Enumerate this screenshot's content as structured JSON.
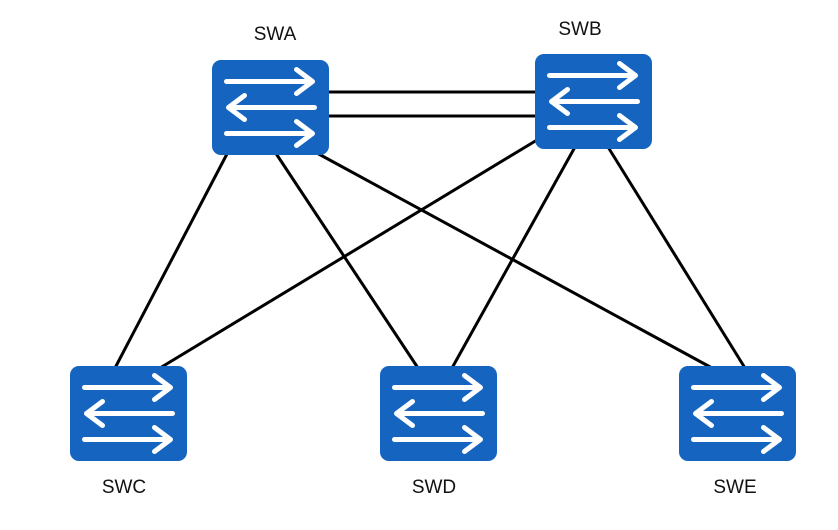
{
  "colors": {
    "switch_fill": "#1565C0",
    "arrow": "#ffffff",
    "link": "#000000",
    "background": "#ffffff"
  },
  "nodes": {
    "swa": {
      "label": "SWA",
      "icon": "switch-icon"
    },
    "swb": {
      "label": "SWB",
      "icon": "switch-icon"
    },
    "swc": {
      "label": "SWC",
      "icon": "switch-icon"
    },
    "swd": {
      "label": "SWD",
      "icon": "switch-icon"
    },
    "swe": {
      "label": "SWE",
      "icon": "switch-icon"
    }
  },
  "links": [
    {
      "from": "SWA",
      "to": "SWB",
      "type": "double"
    },
    {
      "from": "SWA",
      "to": "SWC"
    },
    {
      "from": "SWA",
      "to": "SWD"
    },
    {
      "from": "SWA",
      "to": "SWE"
    },
    {
      "from": "SWB",
      "to": "SWC"
    },
    {
      "from": "SWB",
      "to": "SWD"
    },
    {
      "from": "SWB",
      "to": "SWE"
    }
  ]
}
